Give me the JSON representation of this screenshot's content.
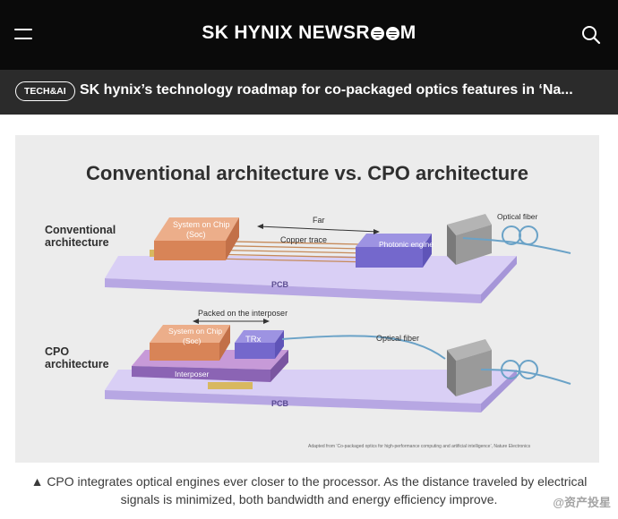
{
  "header": {
    "brand_prefix": "SK HYNIX NEWSR",
    "brand_suffix": "M",
    "menu_icon": "hamburger-menu-icon",
    "search_icon": "search-icon"
  },
  "subheader": {
    "category": "TECH&AI",
    "headline": "SK hynix’s technology roadmap for co-packaged optics features in ‘Na..."
  },
  "figure": {
    "title": "Conventional architecture vs. CPO architecture",
    "conventional": {
      "label_line1": "Conventional",
      "label_line2": "architecture",
      "soc_line1": "System on Chip",
      "soc_line2": "(Soc)",
      "far": "Far",
      "trace": "Copper trace",
      "photonic": "Photonic engine",
      "fiber": "Optical fiber",
      "pcb": "PCB"
    },
    "cpo": {
      "label_line1": "CPO",
      "label_line2": "architecture",
      "packed": "Packed on the interposer",
      "soc_line1": "System on Chip",
      "soc_line2": "(Soc)",
      "trx": "TRx",
      "interposer": "Interposer",
      "fiber": "Optical fiber",
      "pcb": "PCB"
    },
    "source": "Adapted from ‘Co-packaged optics for high-performance computing and artificial intelligence’, Nature Electronics"
  },
  "caption": {
    "line1": "▲ CPO integrates optical engines ever closer to the processor. As the distance traveled by electrical",
    "line2": "signals is minimized, both bandwidth and energy efficiency improve."
  },
  "watermark": "@资产投星",
  "colors": {
    "pcb": "#c6b8ec",
    "soc": "#e08f64",
    "photonic": "#7d70d4",
    "fiber": "#6aa2c7",
    "connector": "#8a8a8a",
    "pads": "#d8b860"
  }
}
